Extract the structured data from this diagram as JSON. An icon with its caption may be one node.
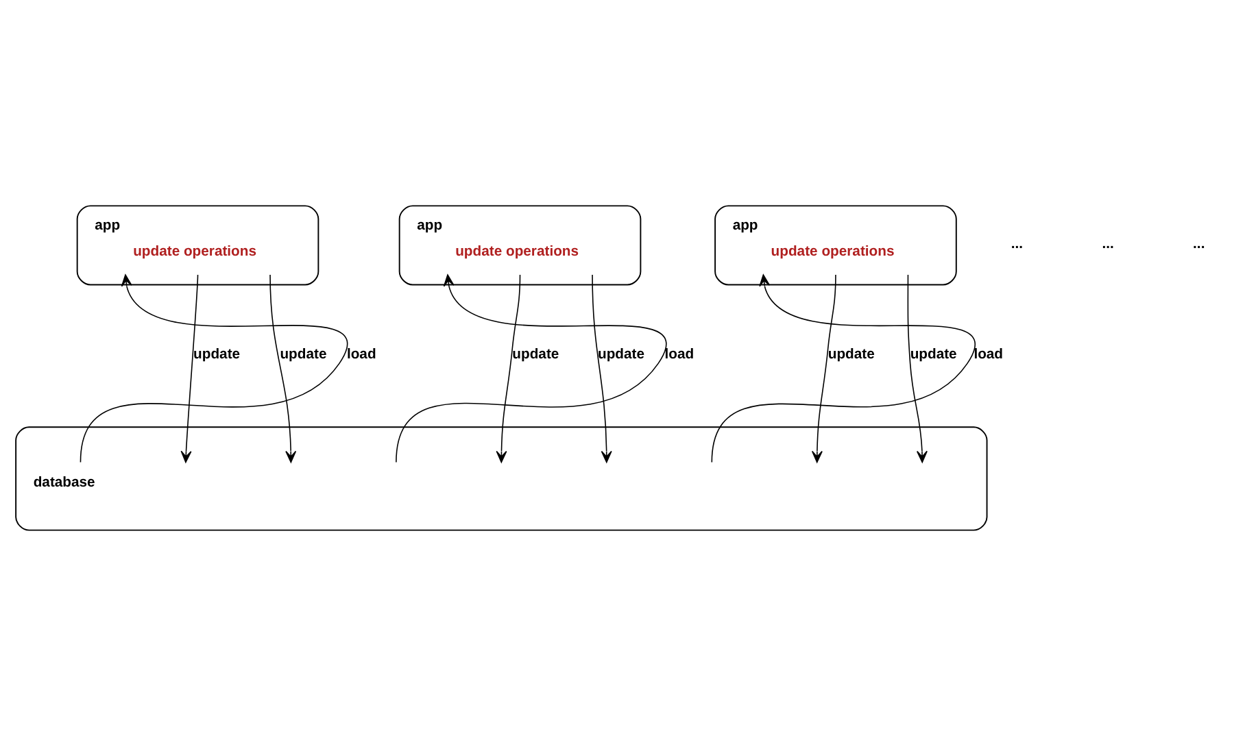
{
  "diagram": {
    "nodes": [
      {
        "text": [
          "app",
          "update operations"
        ]
      },
      {
        "text": [
          "app",
          "update operations"
        ]
      },
      {
        "text": [
          "app",
          "update operations"
        ]
      },
      {
        "text": [
          "database"
        ]
      }
    ],
    "edges": [
      {
        "from": 3,
        "to": 0,
        "arrow": "to",
        "label": "load"
      },
      {
        "from": 0,
        "to": 3,
        "arrow": "to",
        "label": "update"
      },
      {
        "from": 0,
        "to": 3,
        "arrow": "to",
        "label": "update"
      },
      {
        "from": 3,
        "to": 1,
        "arrow": "to",
        "label": "load"
      },
      {
        "from": 1,
        "to": 3,
        "arrow": "to",
        "label": "update"
      },
      {
        "from": 1,
        "to": 3,
        "arrow": "to",
        "label": "update"
      },
      {
        "from": 3,
        "to": 2,
        "arrow": "to",
        "label": "load"
      },
      {
        "from": 2,
        "to": 3,
        "arrow": "to",
        "label": "update"
      },
      {
        "from": 2,
        "to": 3,
        "arrow": "to",
        "label": "update"
      }
    ],
    "labels": [
      "...",
      "...",
      "..."
    ]
  }
}
